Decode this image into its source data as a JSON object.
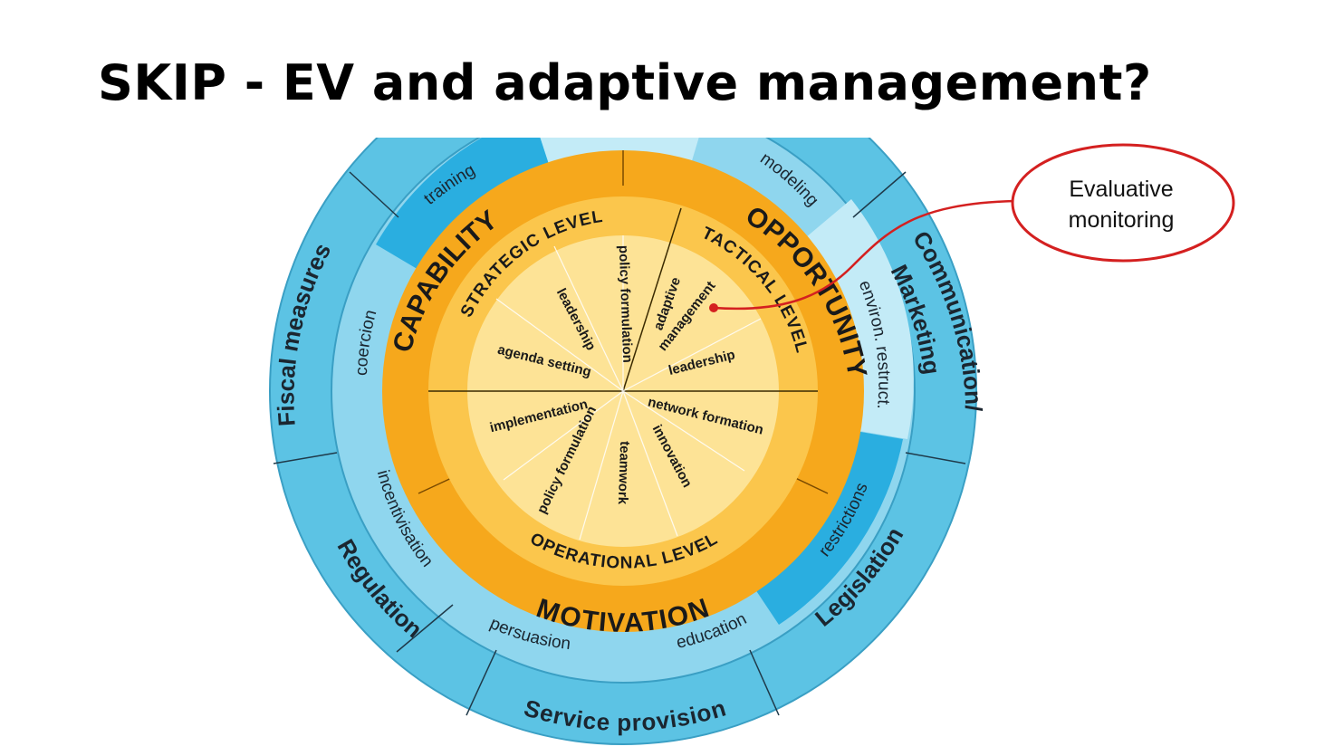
{
  "title": "SKIP - EV and adaptive management?",
  "diagram": {
    "outer_ring": {
      "items": [
        "Fiscal measures",
        "Regulation",
        "Service provision",
        "Legislation",
        "Communication/",
        "Marketing"
      ]
    },
    "middle_ring": {
      "items": [
        "training",
        "modeling",
        "coercion",
        "environ. restruct.",
        "incentivisation",
        "restrictions",
        "persuasion",
        "education"
      ]
    },
    "com_b": {
      "capability": "CAPABILITY",
      "opportunity": "OPPORTUNITY",
      "motivation": "MOTIVATION"
    },
    "levels": {
      "strategic": "STRATEGIC LEVEL",
      "tactical": "TACTICAL LEVEL",
      "operational": "OPERATIONAL LEVEL"
    },
    "wedges": {
      "agenda_setting": "agenda setting",
      "leadership_strategic": "leadership",
      "policy_formulation_strategic": "policy formulation",
      "adaptive": "adaptive",
      "management": "management",
      "leadership_tactical": "leadership",
      "network_formation": "network formation",
      "innovation": "innovation",
      "teamwork": "teamwork",
      "policy_formulation_operational": "policy formulation",
      "implementation": "implementation"
    },
    "callout": {
      "line1": "Evaluative",
      "line2": "monitoring",
      "color": "#d42020"
    },
    "colors": {
      "outer_ring": "#5cc3e4",
      "middle_ring": "#8fd6ee",
      "middle_ring_highlight": "#2aaee0",
      "orange_ring": "#f6a81c",
      "inner_ring": "#fbc64c",
      "center": "#fde396"
    }
  }
}
